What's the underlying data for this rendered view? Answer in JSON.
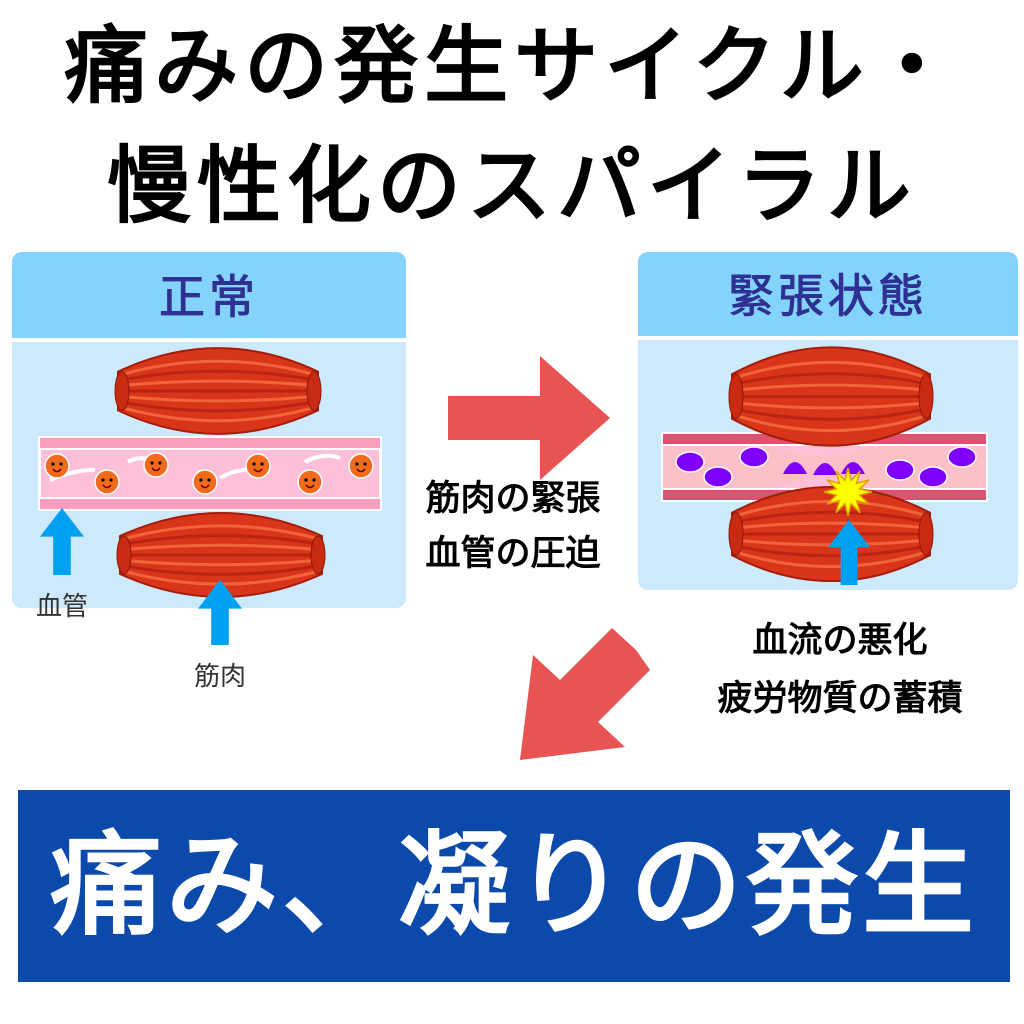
{
  "title": {
    "line1": "痛みの発生サイクル・",
    "line2": "慢性化のスパイラル"
  },
  "panels": {
    "normal": {
      "header": "正常",
      "label_vessel": "血管",
      "label_muscle": "筋肉"
    },
    "tense": {
      "header": "緊張状態"
    }
  },
  "captions": {
    "middle": [
      "筋肉の緊張",
      "血管の圧迫"
    ],
    "right": [
      "血流の悪化",
      "疲労物質の蓄積"
    ]
  },
  "result": "痛み、凝りの発生",
  "colors": {
    "arrow_red": "#e85454",
    "arrow_blue": "#00a0f0",
    "banner": "#0b49ab",
    "header": "#84d3fc",
    "panel": "#cdeafc",
    "muscle": "#d9351a",
    "cell_normal": "#f26a1b",
    "cell_bad": "#8000ff"
  }
}
